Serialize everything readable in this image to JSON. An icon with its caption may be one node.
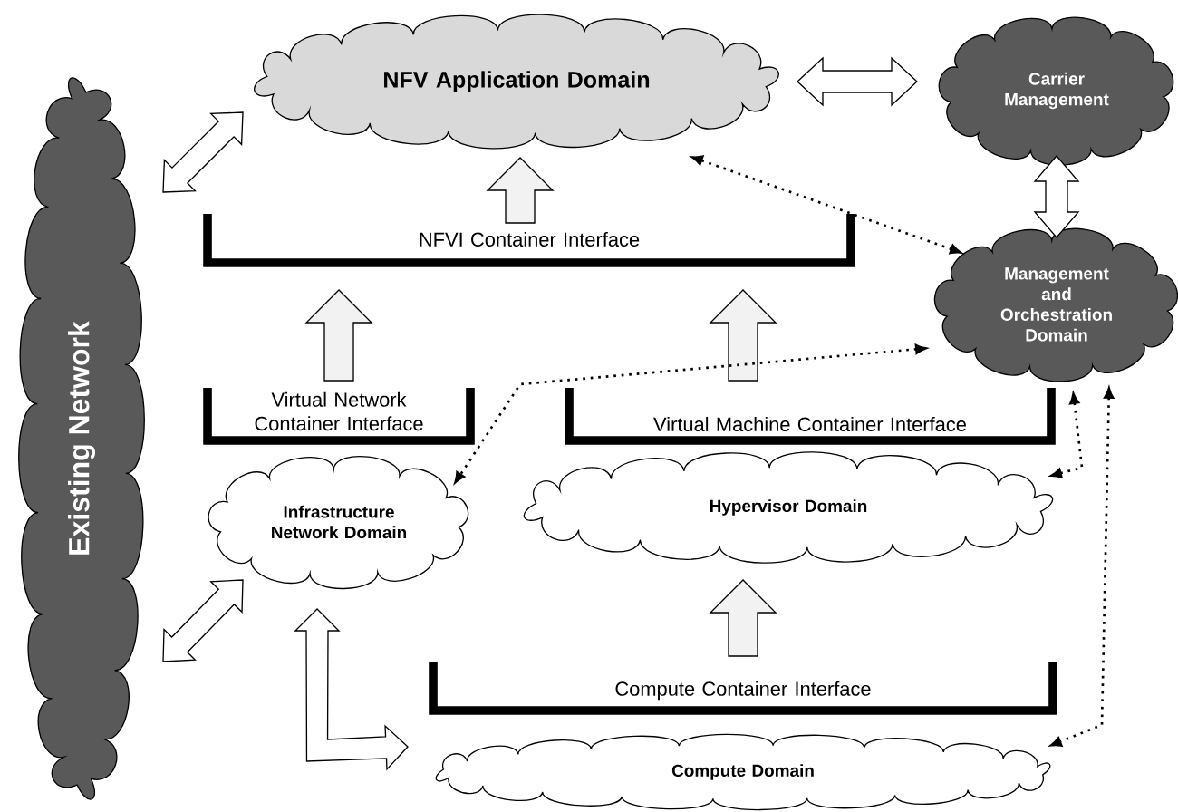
{
  "diagram": {
    "nodes": [
      {
        "text": [
          "Existing Network"
        ]
      },
      {
        "text": [
          "NFV Application Domain"
        ]
      },
      {
        "text": [
          "Carrier Management"
        ]
      },
      {
        "text": [
          "Management and Orchestration Domain"
        ]
      },
      {
        "text": [
          "NFVI Container Interface"
        ]
      },
      {
        "text": [
          "Virtual Network Container Interface"
        ]
      },
      {
        "text": [
          "Virtual Machine Container Interface"
        ]
      },
      {
        "text": [
          "Infrastructure Network Domain"
        ]
      },
      {
        "text": [
          "Hypervisor Domain"
        ]
      },
      {
        "text": [
          "Compute Container Interface"
        ]
      },
      {
        "text": [
          "Compute Domain"
        ]
      }
    ],
    "edges": [
      {
        "from": 0,
        "to": 1,
        "arrow": "both"
      },
      {
        "from": 1,
        "to": 2,
        "arrow": "both"
      },
      {
        "from": 2,
        "to": 3,
        "arrow": "both"
      },
      {
        "from": 4,
        "to": 1,
        "arrow": "to"
      },
      {
        "from": 5,
        "to": 4,
        "arrow": "to"
      },
      {
        "from": 6,
        "to": 4,
        "arrow": "to"
      },
      {
        "from": 9,
        "to": 8,
        "arrow": "to"
      },
      {
        "from": 0,
        "to": 7,
        "arrow": "both"
      },
      {
        "from": 7,
        "to": 10,
        "arrow": "both"
      },
      {
        "from": 3,
        "to": 1,
        "arrow": "both",
        "style": "dashed"
      },
      {
        "from": 3,
        "to": 7,
        "arrow": "both",
        "style": "dashed"
      },
      {
        "from": 3,
        "to": 8,
        "arrow": "both",
        "style": "dashed"
      },
      {
        "from": 3,
        "to": 10,
        "arrow": "both",
        "style": "dashed"
      }
    ]
  }
}
